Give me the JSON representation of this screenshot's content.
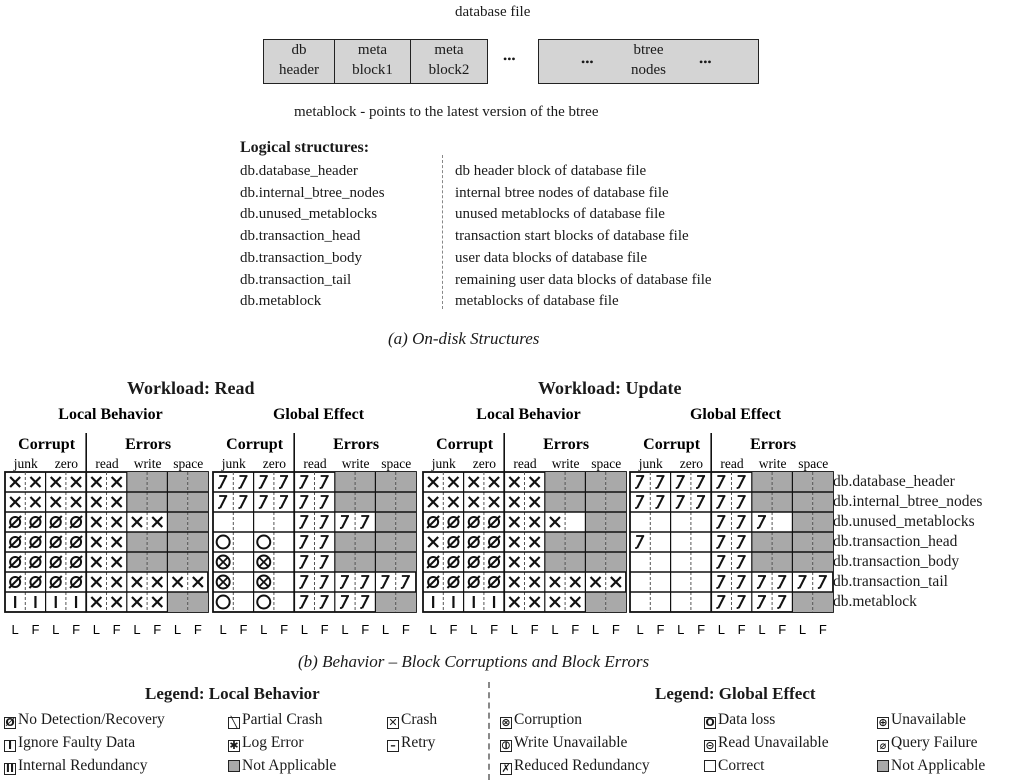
{
  "disk": {
    "title": "database file",
    "boxes": [
      {
        "line1": "db",
        "line2": "header"
      },
      {
        "line1": "meta",
        "line2": "block1"
      },
      {
        "line1": "meta",
        "line2": "block2"
      },
      {
        "line1": "btree",
        "line2": "nodes"
      }
    ],
    "ellipsis": "•••",
    "note": "metablock - points to the latest version of the btree"
  },
  "logical": {
    "heading": "Logical structures:",
    "items": [
      {
        "name": "db.database_header",
        "desc": "db header block of database file"
      },
      {
        "name": "db.internal_btree_nodes",
        "desc": "internal btree nodes of database file"
      },
      {
        "name": "db.unused_metablocks",
        "desc": "unused metablocks of database file"
      },
      {
        "name": "db.transaction_head",
        "desc": "transaction start blocks of database file"
      },
      {
        "name": "db.transaction_body",
        "desc": "user data blocks of database file"
      },
      {
        "name": "db.transaction_tail",
        "desc": "remaining user data  blocks of database file"
      },
      {
        "name": "db.metablock",
        "desc": "metablocks of database file"
      }
    ]
  },
  "captions": {
    "a": "(a) On-disk Structures",
    "b": "(b) Behavior – Block Corruptions and Block Errors"
  },
  "workloads": [
    {
      "title": "Workload: Read"
    },
    {
      "title": "Workload: Update"
    }
  ],
  "section_titles": {
    "local": "Local Behavior",
    "global": "Global Effect"
  },
  "groups": {
    "corrupt": "Corrupt",
    "errors": "Errors"
  },
  "columns": [
    "junk",
    "zero",
    "read",
    "write",
    "space"
  ],
  "lf_labels": [
    "L",
    "F",
    "L",
    "F",
    "L",
    "F",
    "L",
    "F",
    "L",
    "F"
  ],
  "rows": [
    "db.database_header",
    "db.internal_btree_nodes",
    "db.unused_metablocks",
    "db.transaction_head",
    "db.transaction_body",
    "db.transaction_tail",
    "db.metablock"
  ],
  "tables": [
    {
      "name": "read-local",
      "cells": [
        "XXXXXX####",
        "XXXXXX####",
        "ØØØØXXXX##",
        "ØØØØXX####",
        "ØØØØXX####",
        "ØØØØXXXXXX",
        "IIIIXXXX##"
      ]
    },
    {
      "name": "read-global",
      "cells": [
        "RRRRRR####",
        "RRRRRR####",
        "....RRRR##",
        "O.O.RR####",
        "C.C.RR####",
        "C.C.RRRRRR",
        "O.O.RRRR##"
      ]
    },
    {
      "name": "update-local",
      "cells": [
        "XXXXXX####",
        "XXXXXX####",
        "ØØØØXXX.##",
        "XØØØXX####",
        "ØØØØXX####",
        "ØØØØXXXXXX",
        "IIIIXXXX##"
      ]
    },
    {
      "name": "update-global",
      "cells": [
        "RRRRRR####",
        "RRRRRR####",
        "....RRR.##",
        "R...RR####",
        "....RR####",
        "....RRRRRR",
        "....RRRR##"
      ]
    }
  ],
  "legend": {
    "local_title": "Legend: Local Behavior",
    "global_title": "Legend: Global Effect",
    "local_items": [
      {
        "sym": "Ø",
        "label": "No Detection/Recovery"
      },
      {
        "sym": "╲",
        "label": "Partial Crash"
      },
      {
        "sym": "✕",
        "label": "Crash"
      },
      {
        "sym": "I",
        "label": "Ignore Faulty Data"
      },
      {
        "sym": "✱",
        "label": "Log Error"
      },
      {
        "sym": "–",
        "label": "Retry"
      },
      {
        "sym": "II",
        "label": "Internal Redundancy"
      },
      {
        "sym": "",
        "label": "Not Applicable"
      }
    ],
    "global_items": [
      {
        "sym": "⊗",
        "label": "Corruption"
      },
      {
        "sym": "O",
        "label": "Data loss"
      },
      {
        "sym": "⊕",
        "label": "Unavailable"
      },
      {
        "sym": "⦶",
        "label": "Write Unavailable"
      },
      {
        "sym": "⊝",
        "label": "Read Unavailable"
      },
      {
        "sym": "⌀",
        "label": "Query Failure"
      },
      {
        "sym": "✗",
        "label": "Reduced Redundancy"
      },
      {
        "sym": "",
        "label": "Correct"
      },
      {
        "sym": "",
        "label": "Not Applicable"
      }
    ]
  }
}
